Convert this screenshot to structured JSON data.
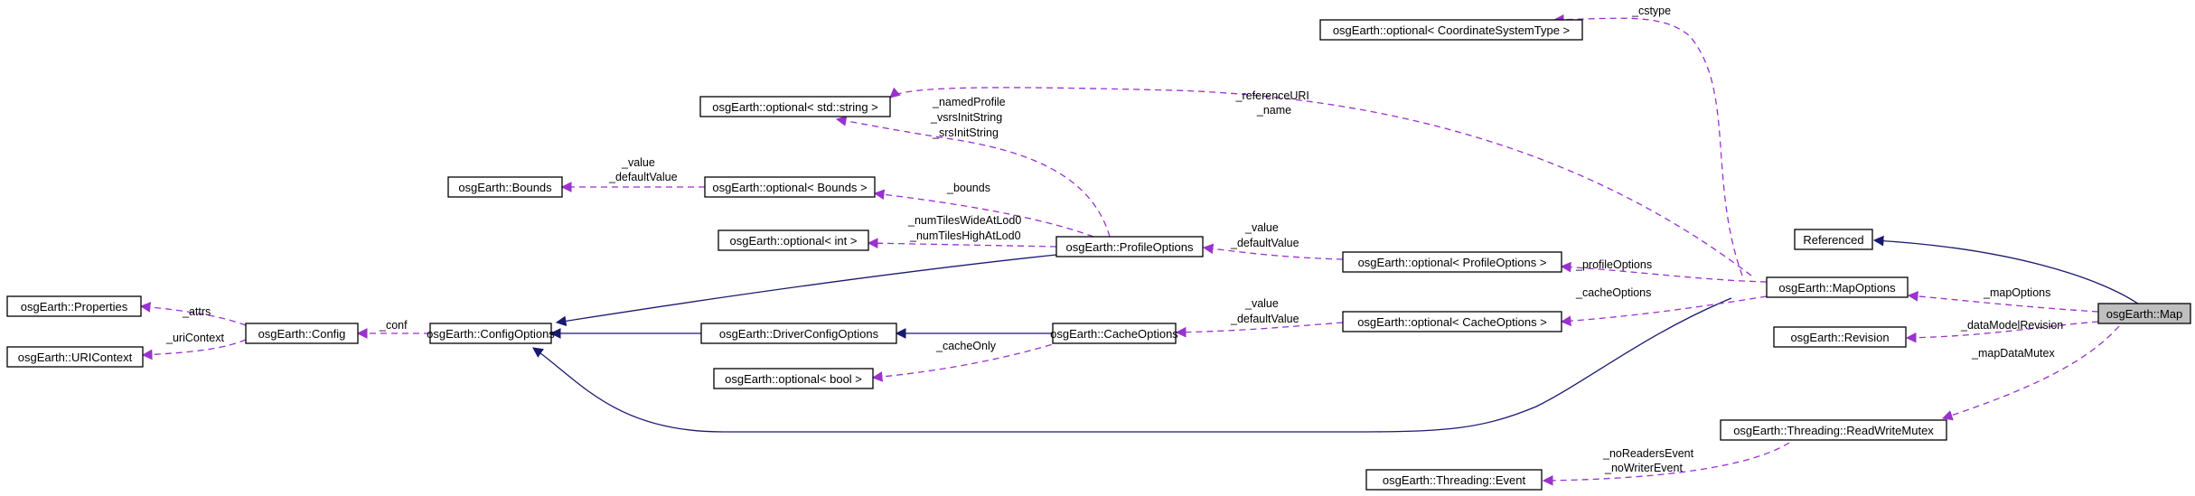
{
  "nodes": {
    "map": "osgEarth::Map",
    "referenced": "Referenced",
    "map_options": "osgEarth::MapOptions",
    "revision": "osgEarth::Revision",
    "read_write_mutex": "osgEarth::Threading::ReadWriteMutex",
    "threading_event": "osgEarth::Threading::Event",
    "optional_cstype": "osgEarth::optional< CoordinateSystemType >",
    "optional_string": "osgEarth::optional< std::string >",
    "bounds": "osgEarth::Bounds",
    "optional_bounds": "osgEarth::optional< Bounds >",
    "optional_int": "osgEarth::optional< int >",
    "profile_options": "osgEarth::ProfileOptions",
    "optional_profile_options": "osgEarth::optional< ProfileOptions >",
    "properties": "osgEarth::Properties",
    "uri_context": "osgEarth::URIContext",
    "config": "osgEarth::Config",
    "config_options": "osgEarth::ConfigOptions",
    "driver_config_options": "osgEarth::DriverConfigOptions",
    "cache_options": "osgEarth::CacheOptions",
    "optional_cache_options": "osgEarth::optional< CacheOptions >",
    "optional_bool": "osgEarth::optional< bool >"
  },
  "edge_labels": {
    "cstype": "_cstype",
    "reference_uri": [
      "_referenceURI",
      "_name"
    ],
    "named_profile": [
      "_namedProfile",
      "_vsrsInitString",
      "_srsInitString"
    ],
    "value_default": [
      "_value",
      "_defaultValue"
    ],
    "bounds": "_bounds",
    "num_tiles": [
      "_numTilesWideAtLod0",
      "_numTilesHighAtLod0"
    ],
    "profile_value": [
      "_value",
      "_defaultValue"
    ],
    "profile_options": "_profileOptions",
    "cache_options": "_cacheOptions",
    "cache_value": [
      "_value",
      "_defaultValue"
    ],
    "attrs": "_attrs",
    "uri_context": "_uriContext",
    "conf": "_conf",
    "cache_only": "_cacheOnly",
    "map_options": "_mapOptions",
    "data_model_revision": "_dataModelRevision",
    "map_data_mutex": "_mapDataMutex",
    "no_readers": [
      "_noReadersEvent",
      "_noWriterEvent"
    ]
  },
  "colors": {
    "inheritance_edge": "#191970",
    "usage_edge": "#9a32cd",
    "focus_node_fill": "#bfbfbf",
    "node_fill": "#ffffff"
  }
}
